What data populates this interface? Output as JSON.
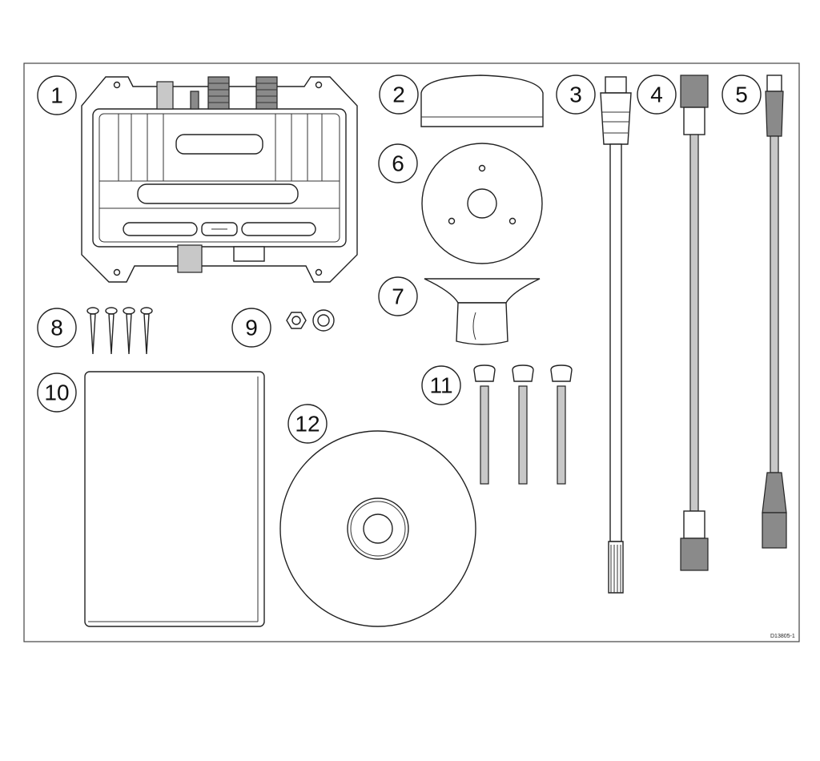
{
  "diagram": {
    "reference_code": "D13805-1",
    "callouts": [
      "1",
      "2",
      "3",
      "4",
      "5",
      "6",
      "7",
      "8",
      "9",
      "10",
      "11",
      "12"
    ],
    "icons": [
      "module-unit-icon",
      "antenna-dome-icon",
      "devicenet-cable-icon",
      "bnc-cable-icon",
      "seatalk-cable-icon",
      "mounting-plate-icon",
      "pole-mount-icon",
      "screws-icon",
      "nut-washer-icon",
      "document-icon",
      "bolts-icon",
      "disc-icon"
    ]
  }
}
